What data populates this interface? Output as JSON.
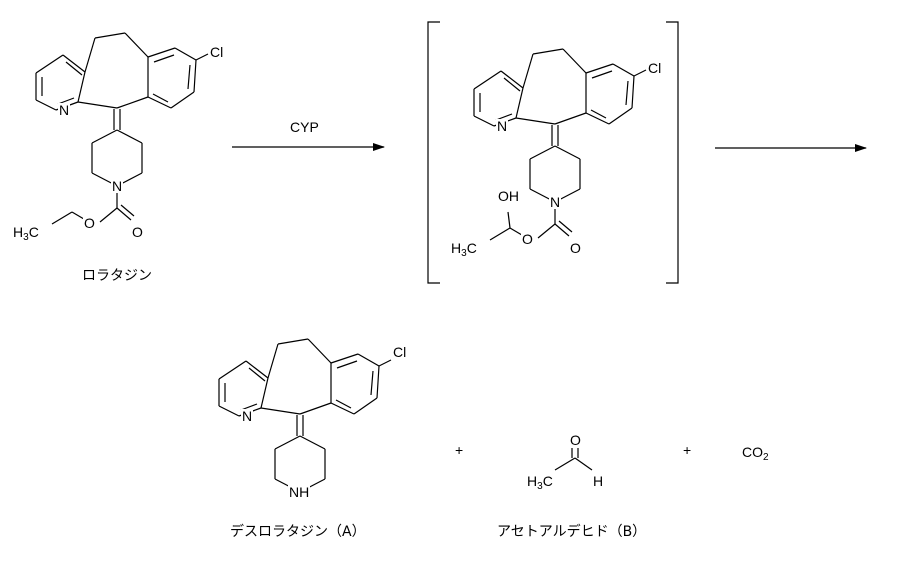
{
  "labels": {
    "loratadine": "ロラタジン",
    "desloratadine": "デスロラタジン（A）",
    "acetaldehyde": "アセトアルデヒド（B）",
    "reagent": "CYP",
    "plus": "+",
    "co2_main": "CO",
    "co2_sub": "2"
  },
  "atoms": {
    "cl": "Cl",
    "n": "N",
    "o": "O",
    "oh": "OH",
    "nh": "NH",
    "h": "H",
    "methyl_main": "H",
    "methyl_sub": "3",
    "methyl_tail": "C"
  }
}
